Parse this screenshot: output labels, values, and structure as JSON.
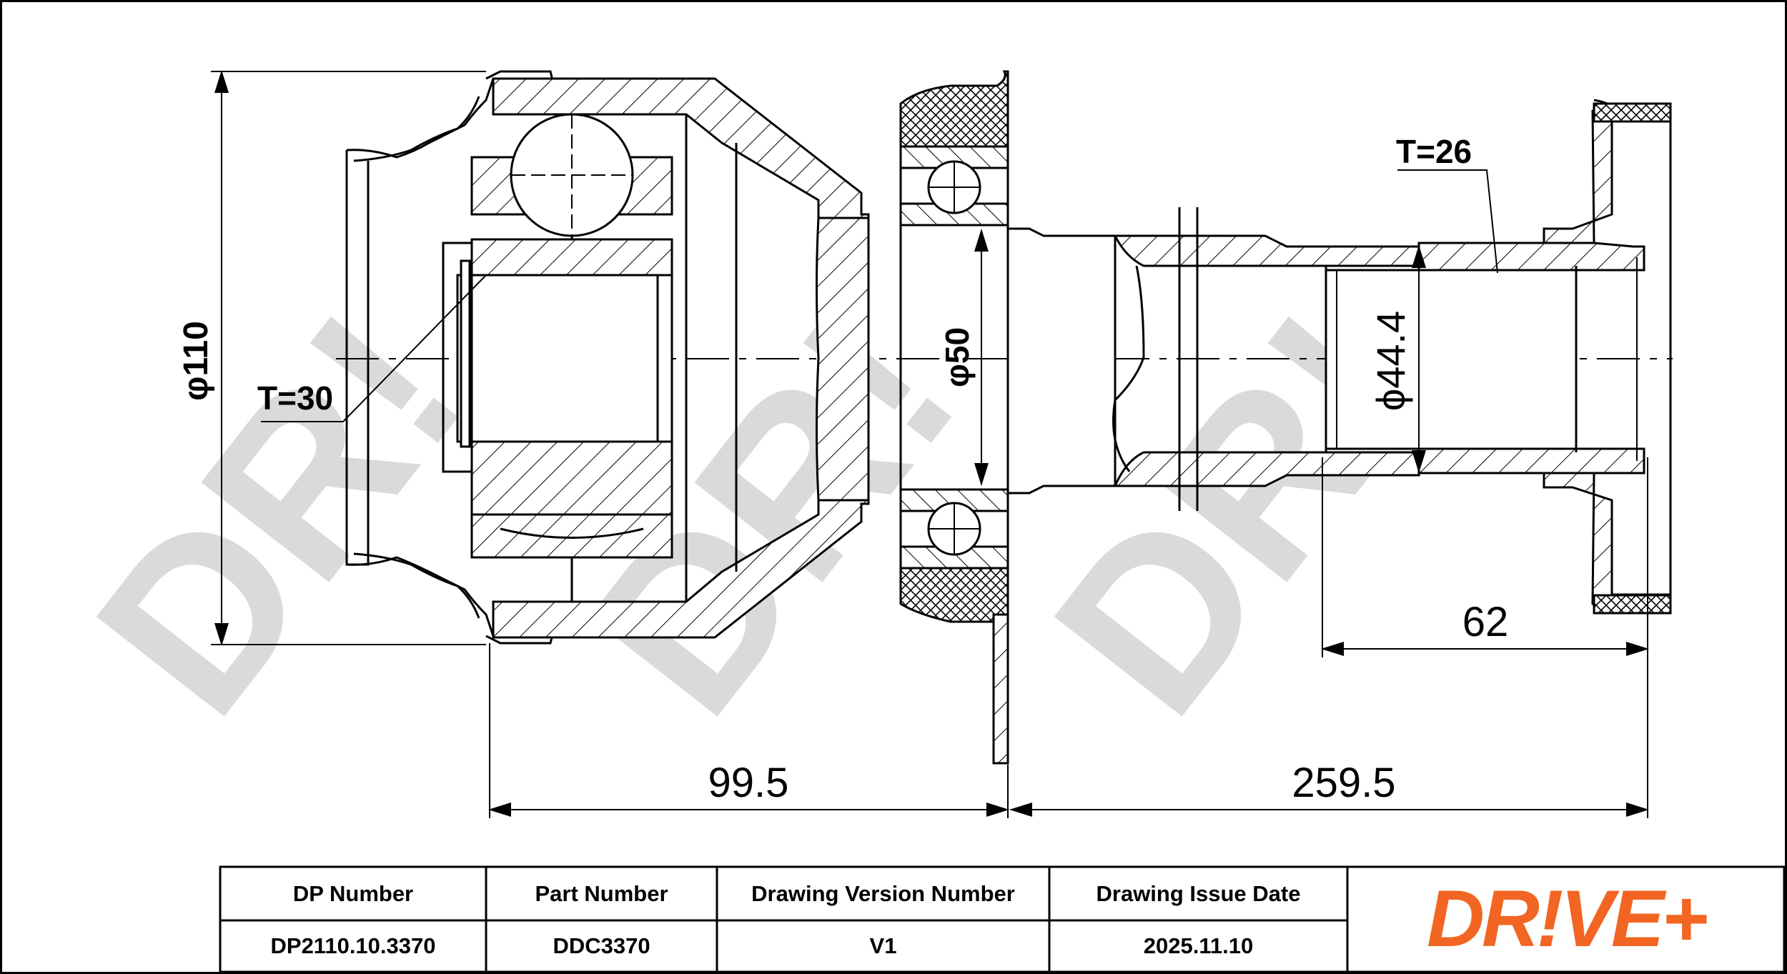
{
  "drawing": {
    "dimensions": {
      "outer_diameter": "φ110",
      "bearing_diameter": "φ50",
      "shaft_bore": "ϕ44.4",
      "inner_teeth": "T=30",
      "outer_teeth": "T=26",
      "flange_width": "62",
      "joint_length": "99.5",
      "shaft_length": "259.5"
    },
    "watermark": "DR!VE+"
  },
  "title_block": {
    "headers": {
      "dp_number": "DP Number",
      "part_number": "Part Number",
      "version": "Drawing Version Number",
      "issue_date": "Drawing Issue Date"
    },
    "values": {
      "dp_number": "DP2110.10.3370",
      "part_number": "DDC3370",
      "version": "V1",
      "issue_date": "2025.11.10"
    },
    "logo_text": "DR!VE+",
    "logo_color": "#f26522"
  }
}
